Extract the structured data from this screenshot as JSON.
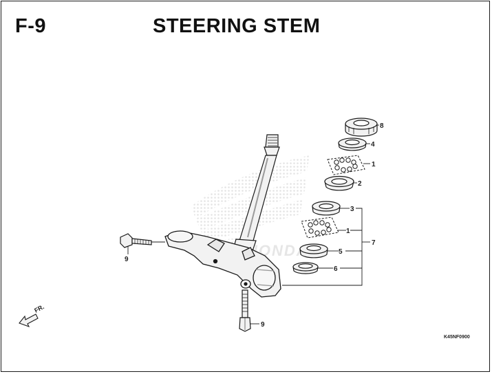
{
  "header": {
    "section_code": "F-9",
    "title": "STEERING STEM"
  },
  "diagram": {
    "callouts": [
      {
        "id": "c8",
        "label": "8"
      },
      {
        "id": "c4",
        "label": "4"
      },
      {
        "id": "c1a",
        "label": "1"
      },
      {
        "id": "c2",
        "label": "2"
      },
      {
        "id": "c3",
        "label": "3"
      },
      {
        "id": "c1b",
        "label": "1"
      },
      {
        "id": "c7",
        "label": "7"
      },
      {
        "id": "c5",
        "label": "5"
      },
      {
        "id": "c6",
        "label": "6"
      },
      {
        "id": "c9a",
        "label": "9"
      },
      {
        "id": "c9b",
        "label": "9"
      }
    ],
    "direction_label": "FR.",
    "reference_code": "K45NF0900",
    "watermark_text": "HONDA"
  },
  "colors": {
    "line": "#1a1a1a",
    "part_fill": "#f2f2f2",
    "shade": "#9a9a9a",
    "watermark": "#e6e6e6"
  }
}
